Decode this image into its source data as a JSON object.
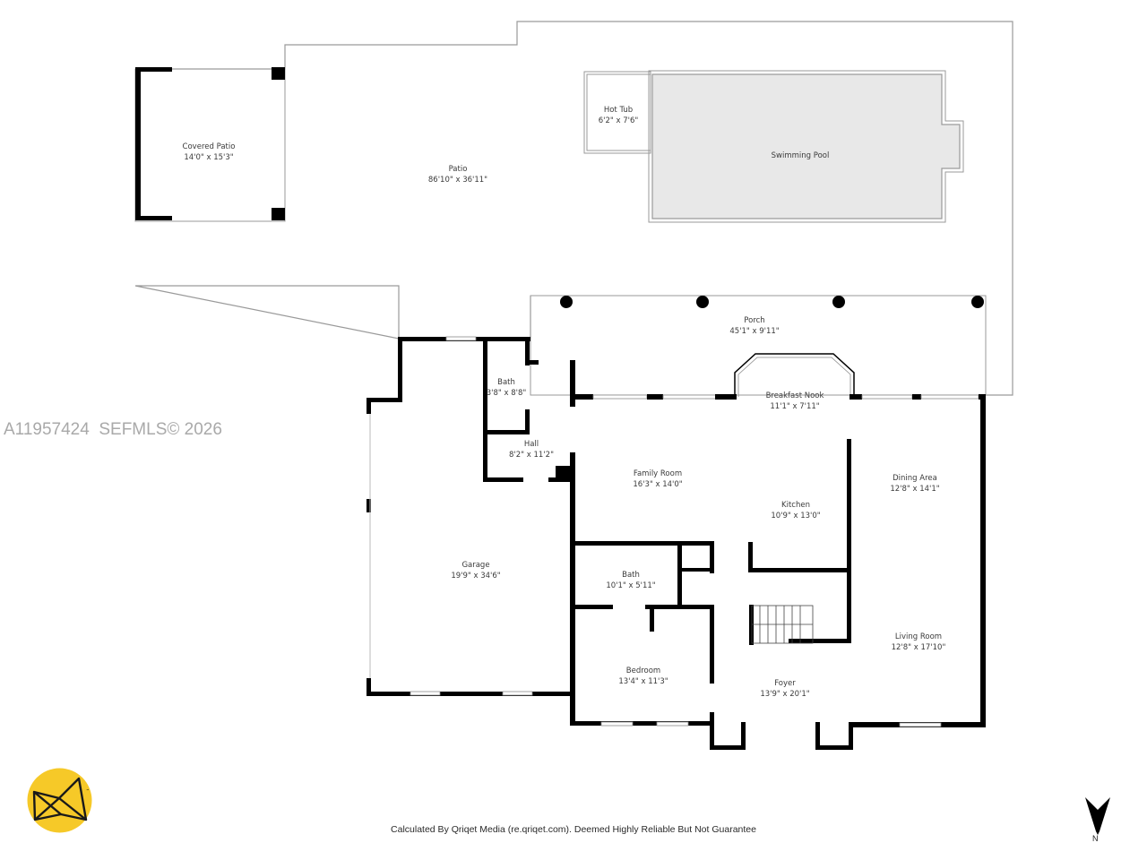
{
  "watermark": "A11957424  SEFMLS© 2026",
  "footer_note": "Calculated By Qriqet Media (re.qriqet.com). Deemed Highly Reliable But Not Guarantee",
  "compass": {
    "label": "N",
    "icon": "north-arrow-icon"
  },
  "logo": {
    "icon": "qriqet-logo-icon",
    "color": "#f6c928"
  },
  "rooms": {
    "covered_patio": {
      "name": "Covered Patio",
      "dims": "14'0\" x 15'3\""
    },
    "patio": {
      "name": "Patio",
      "dims": "86'10\" x 36'11\""
    },
    "hot_tub": {
      "name": "Hot Tub",
      "dims": "6'2\" x 7'6\""
    },
    "swimming_pool": {
      "name": "Swimming Pool"
    },
    "porch": {
      "name": "Porch",
      "dims": "45'1\" x 9'11\""
    },
    "bath_upper": {
      "name": "Bath",
      "dims": "3'8\" x 8'8\""
    },
    "hall": {
      "name": "Hall",
      "dims": "8'2\" x 11'2\""
    },
    "breakfast_nook": {
      "name": "Breakfast Nook",
      "dims": "11'1\" x 7'11\""
    },
    "family_room": {
      "name": "Family Room",
      "dims": "16'3\" x 14'0\""
    },
    "kitchen": {
      "name": "Kitchen",
      "dims": "10'9\" x 13'0\""
    },
    "dining_area": {
      "name": "Dining Area",
      "dims": "12'8\" x 14'1\""
    },
    "garage": {
      "name": "Garage",
      "dims": "19'9\" x 34'6\""
    },
    "bath_lower": {
      "name": "Bath",
      "dims": "10'1\" x 5'11\""
    },
    "bedroom": {
      "name": "Bedroom",
      "dims": "13'4\" x 11'3\""
    },
    "foyer": {
      "name": "Foyer",
      "dims": "13'9\" x 20'1\""
    },
    "living_room": {
      "name": "Living Room",
      "dims": "12'8\" x 17'10\""
    }
  }
}
